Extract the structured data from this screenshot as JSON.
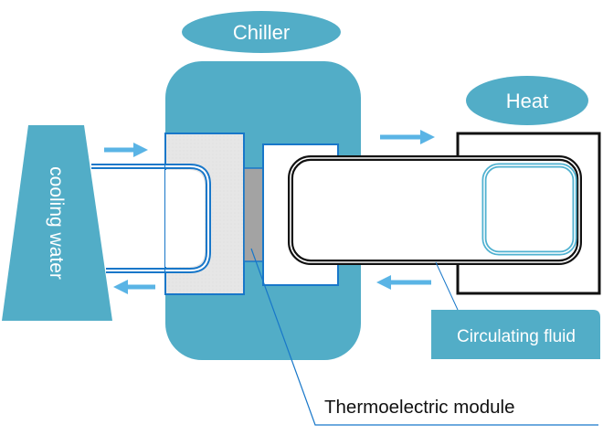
{
  "diagram": {
    "title": "Thermoelectric chiller circuit",
    "labels": {
      "chiller": "Chiller",
      "heat": "Heat",
      "cooling_water": "cooling water",
      "circulating_fluid": "Circulating fluid",
      "thermoelectric_module": "Thermoelectric module"
    },
    "nodes": [
      {
        "id": "cooling-water",
        "label": "cooling water"
      },
      {
        "id": "chiller",
        "label": "Chiller"
      },
      {
        "id": "thermoelectric-module",
        "label": "Thermoelectric module"
      },
      {
        "id": "heat-load",
        "label": "Heat"
      },
      {
        "id": "circulating-fluid",
        "label": "Circulating fluid"
      }
    ],
    "flows": [
      {
        "from": "cooling-water",
        "to": "chiller",
        "direction": "right"
      },
      {
        "from": "chiller",
        "to": "cooling-water",
        "direction": "left"
      },
      {
        "from": "chiller",
        "to": "heat-load",
        "direction": "right"
      },
      {
        "from": "heat-load",
        "to": "chiller",
        "direction": "left"
      }
    ],
    "colors": {
      "teal": "#52adc7",
      "arrow_blue": "#5ab4e5",
      "pipe_blue": "#1877c9",
      "cold_plate": "#e6e6e6",
      "module_gray": "#a3a3a3",
      "loop_black": "#111111",
      "coil_cyan": "#4fb1d0"
    }
  }
}
